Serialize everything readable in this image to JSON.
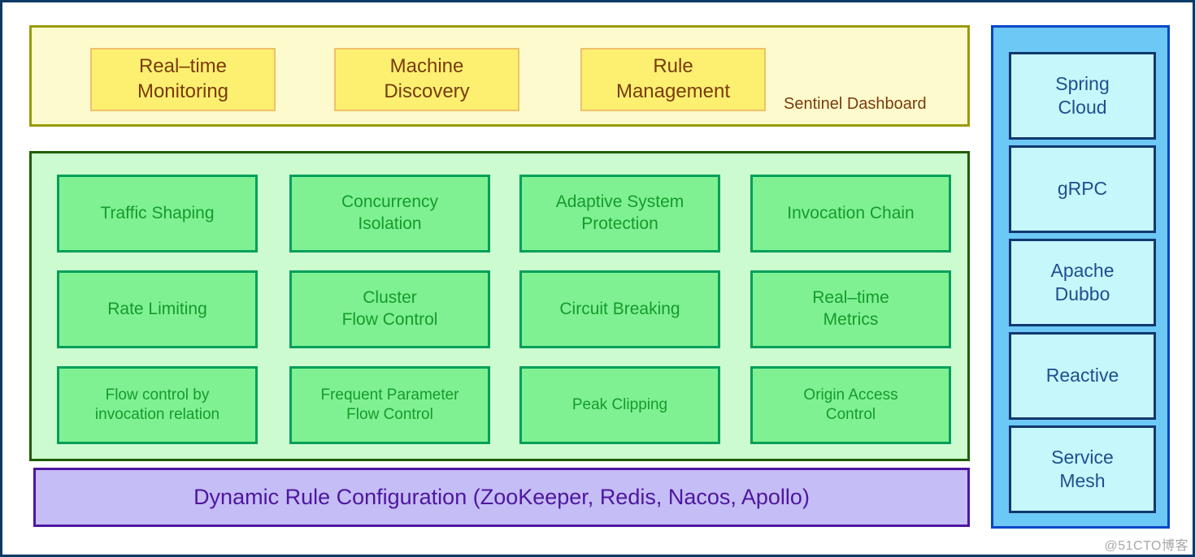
{
  "dashboard": {
    "caption": "Sentinel Dashboard",
    "boxes": [
      {
        "label": "Real–time\nMonitoring"
      },
      {
        "label": "Machine\nDiscovery"
      },
      {
        "label": "Rule\nManagement"
      }
    ]
  },
  "core": {
    "rows": [
      {
        "boxes": [
          {
            "label": "Traffic Shaping"
          },
          {
            "label": "Concurrency\nIsolation"
          },
          {
            "label": "Adaptive System\nProtection"
          },
          {
            "label": "Invocation Chain"
          }
        ]
      },
      {
        "boxes": [
          {
            "label": "Rate Limiting"
          },
          {
            "label": "Cluster\nFlow Control"
          },
          {
            "label": "Circuit Breaking"
          },
          {
            "label": "Real–time\nMetrics"
          }
        ]
      },
      {
        "boxes": [
          {
            "label": "Flow control by\ninvocation relation"
          },
          {
            "label": "Frequent Parameter\nFlow Control"
          },
          {
            "label": "Peak Clipping"
          },
          {
            "label": "Origin Access\nControl"
          }
        ]
      }
    ]
  },
  "config": {
    "label": "Dynamic Rule Configuration (ZooKeeper, Redis, Nacos, Apollo)"
  },
  "adapters": {
    "boxes": [
      {
        "label": "Spring\nCloud"
      },
      {
        "label": "gRPC"
      },
      {
        "label": "Apache\nDubbo"
      },
      {
        "label": "Reactive"
      },
      {
        "label": "Service\nMesh"
      }
    ]
  },
  "watermark": {
    "text": "@51CTO博客"
  },
  "colors": {
    "frame_border": "#0d3b66",
    "dashboard_fill": "#fdfbcd",
    "dashboard_border": "#9a9a06",
    "dashboard_box_fill": "#fdf071",
    "dashboard_box_border": "#f0c06a",
    "dashboard_text": "#7a3b0b",
    "core_fill": "#ccfbcf",
    "core_border": "#1f5e00",
    "core_box_fill": "#80f193",
    "core_box_border": "#00a05a",
    "core_text": "#149b2b",
    "config_fill": "#c5bdf5",
    "config_border": "#4e16a0",
    "config_text": "#4e16a0",
    "adapter_fill": "#6cc8f5",
    "adapter_border": "#0645c8",
    "adapter_box_fill": "#c5f7fb",
    "adapter_box_border": "#12376e",
    "adapter_text": "#1f4f8f"
  }
}
